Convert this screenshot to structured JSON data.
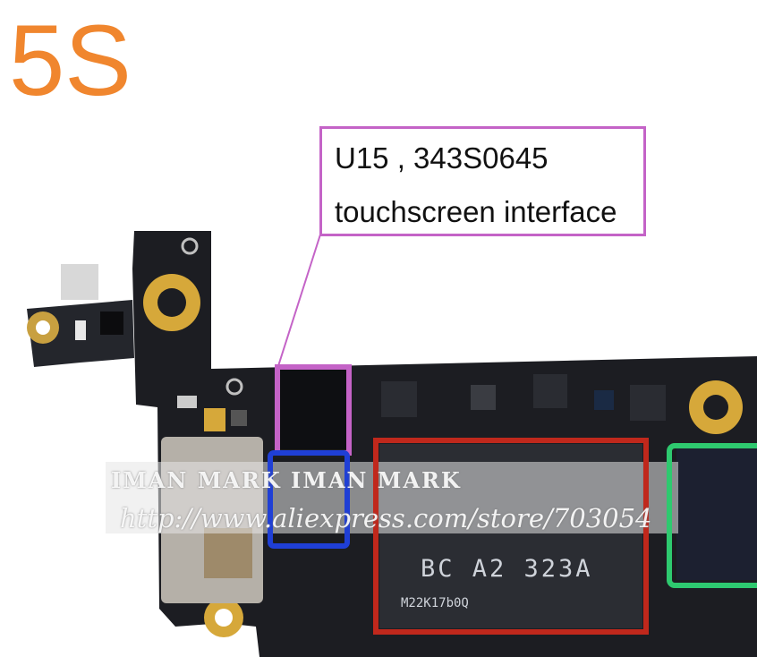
{
  "model_label": "5S",
  "callout": {
    "line1": "U15 , 343S0645",
    "line2": "touchscreen interface"
  },
  "watermark": {
    "name": "IMAN MARK  IMAN MARK",
    "url": "http://www.aliexpress.com/store/703054"
  },
  "chip_marking": {
    "line": "BC    A2   323A",
    "code": "M22K17b0Q"
  },
  "highlight_colors": {
    "callout": "#c463c7",
    "u15_box": "#c463c7",
    "blue_box": "#1f3fd6",
    "red_box": "#c0281c",
    "green_box": "#2ec96f"
  }
}
